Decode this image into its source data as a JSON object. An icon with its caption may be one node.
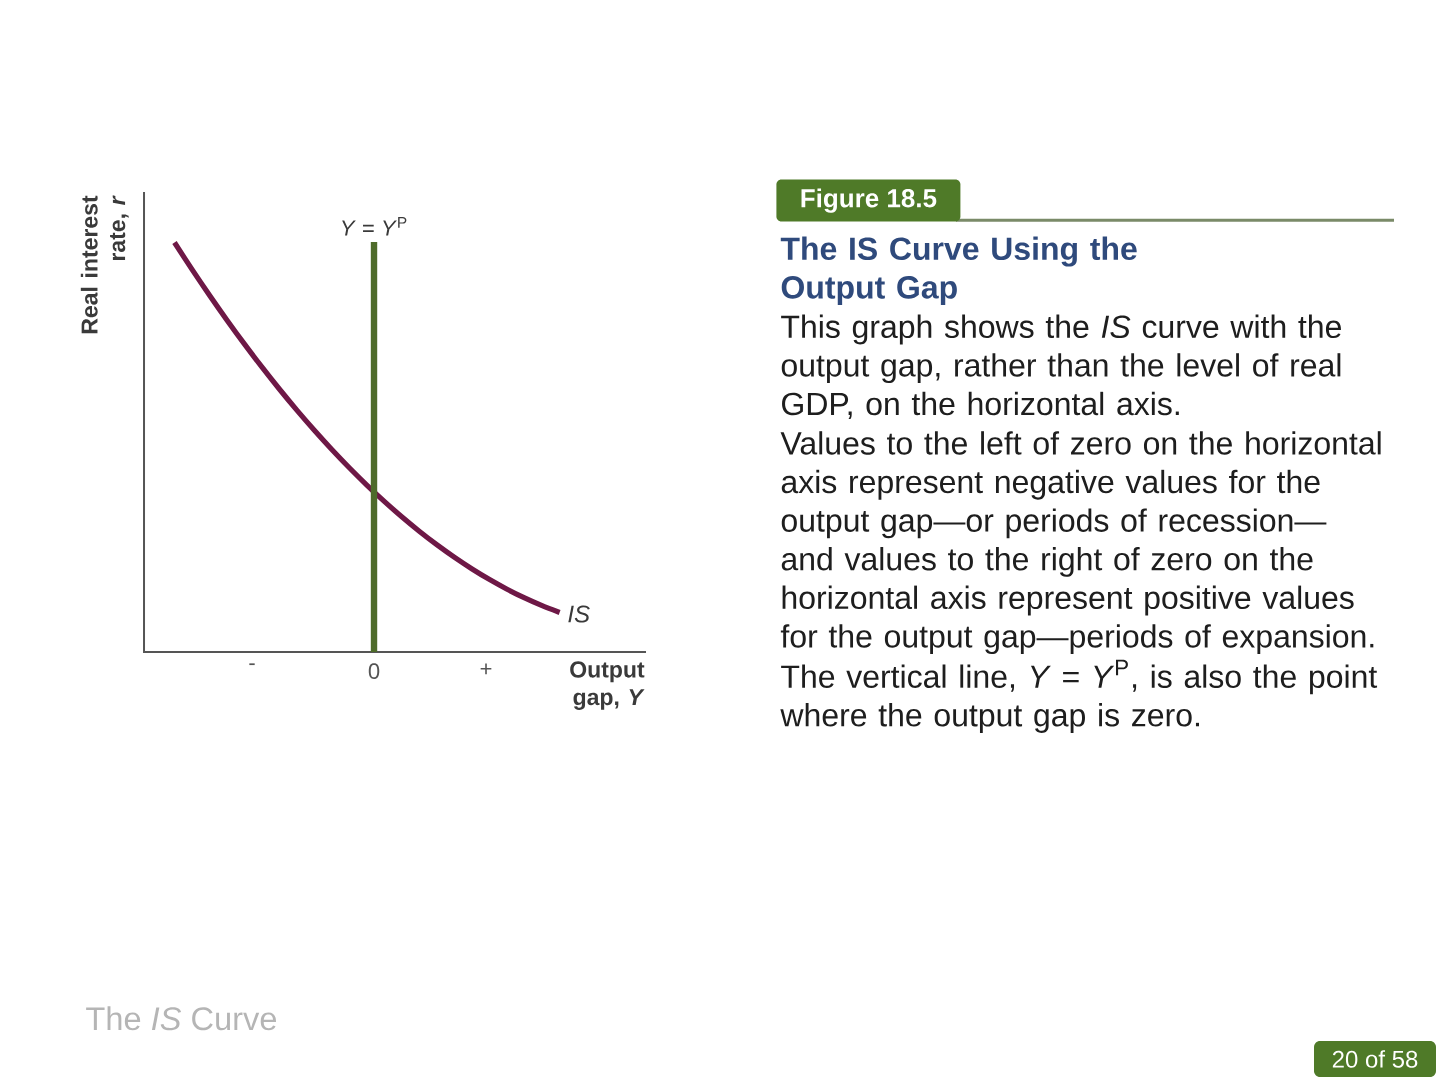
{
  "diagram": {
    "title": "The IS Curve Using the Output Gap",
    "nodes": [
      {
        "text": [
          "Figure 18.5"
        ]
      },
      {
        "text": [
          "20 of 58"
        ]
      }
    ],
    "labels": [
      "Real interest rate, *r*",
      "*Y* = *Y*$^{P}$",
      "IS",
      "-",
      "0",
      "+",
      "Output gap, *Y*",
      "This graph shows the *IS* curve with the output gap, rather than the level of real GDP, on the horizontal axis.",
      "Values to the left of zero on the horizontal axis represent negative values for the output gap—or periods of recession— and values to the right of zero on the horizontal axis represent positive values for the output gap—periods of expansion.",
      "The vertical line, *Y* = *Y*$^{P}$, is also the point where the output gap is zero.",
      "The *IS* Curve"
    ]
  }
}
